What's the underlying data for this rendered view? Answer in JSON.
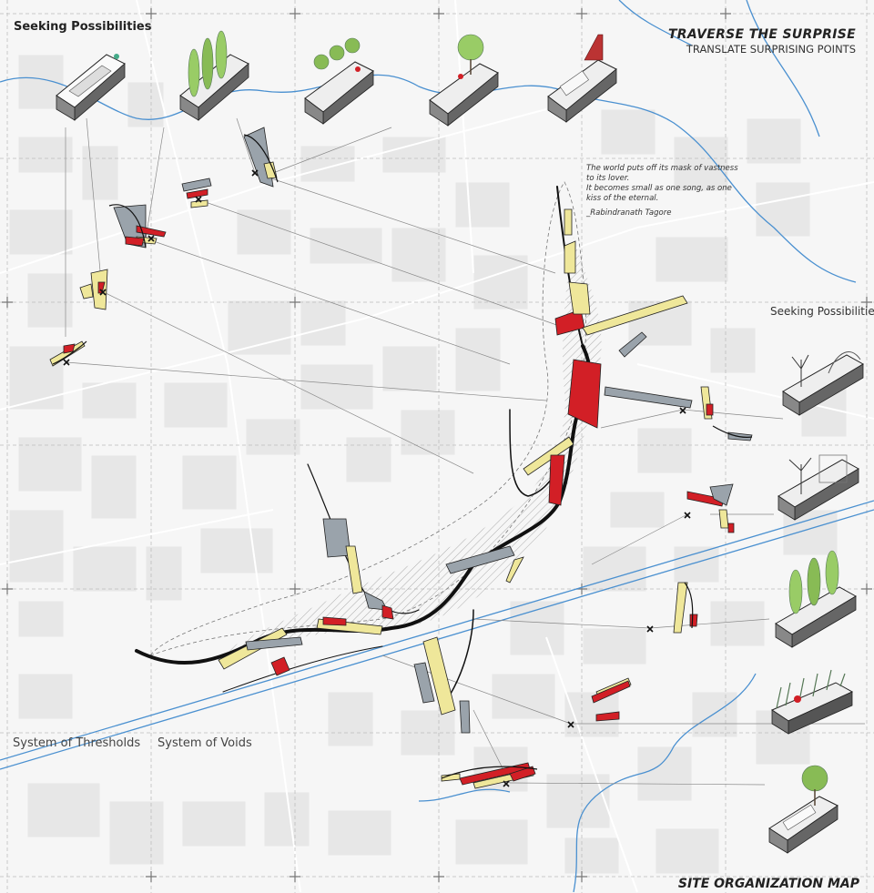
{
  "labels": {
    "top_left": "Seeking Possibilities",
    "title": "TRAVERSE THE SURPRISE",
    "subtitle": "TRANSLATE SURPRISING POINTS",
    "right": "Seeking Possibilities",
    "thresholds": "System of Thresholds",
    "voids": "System of Voids",
    "footer": "SITE ORGANIZATION MAP"
  },
  "quote": {
    "lines": [
      "The world puts off its mask of vastness",
      "to its lover.",
      "It becomes small as one song, as one",
      "kiss of the eternal."
    ],
    "author": "_Rabindranath Tagore"
  },
  "colors": {
    "accent_red": "#d21f26",
    "accent_yellow": "#efe79a",
    "accent_grey": "#9aa3ab",
    "water": "#4a90d0",
    "block": "#e6e6e6"
  }
}
